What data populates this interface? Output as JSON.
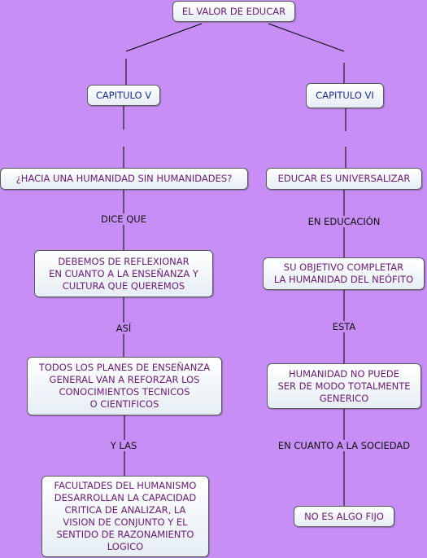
{
  "root": {
    "label": "EL VALOR DE EDUCAR"
  },
  "left": {
    "chapter": "CAPITULO V",
    "topic": "¿HACIA UNA HUMANIDAD SIN HUMANIDADES?",
    "link1": "DICE QUE",
    "node1": "DEBEMOS DE REFLEXIONAR\nEN CUANTO A LA ENSEÑANZA Y\nCULTURA QUE QUEREMOS",
    "link2": "ASÍ",
    "node2": "TODOS LOS PLANES DE ENSEÑANZA\nGENERAL VAN A REFORZAR LOS\nCONOCIMIENTOS TECNICOS\nO CIENTIFICOS",
    "link3": "Y LAS",
    "node3": "FACULTADES DEL HUMANISMO\nDESARROLLAN LA CAPACIDAD\nCRITICA DE ANALIZAR, LA\nVISION DE CONJUNTO Y EL\nSENTIDO DE RAZONAMIENTO\nLOGICO"
  },
  "right": {
    "chapter": "CAPITULO VI",
    "topic": "EDUCAR ES UNIVERSALIZAR",
    "link1": "EN EDUCACIÓN",
    "node1": "SU OBJETIVO COMPLETAR\nLA HUMANIDAD DEL NEÓFITO",
    "link2": "ESTA",
    "node2": "HUMANIDAD NO PUEDE\nSER DE MODO TOTALMENTE\nGENERICO",
    "link3": "EN CUANTO A LA SOCIEDAD",
    "node3": "NO ES ALGO FIJO"
  },
  "colors": {
    "background": "#c78ff5",
    "node_text_purple": "#6b1a7a",
    "node_text_blue": "#1c2d9a",
    "line": "#000000"
  }
}
